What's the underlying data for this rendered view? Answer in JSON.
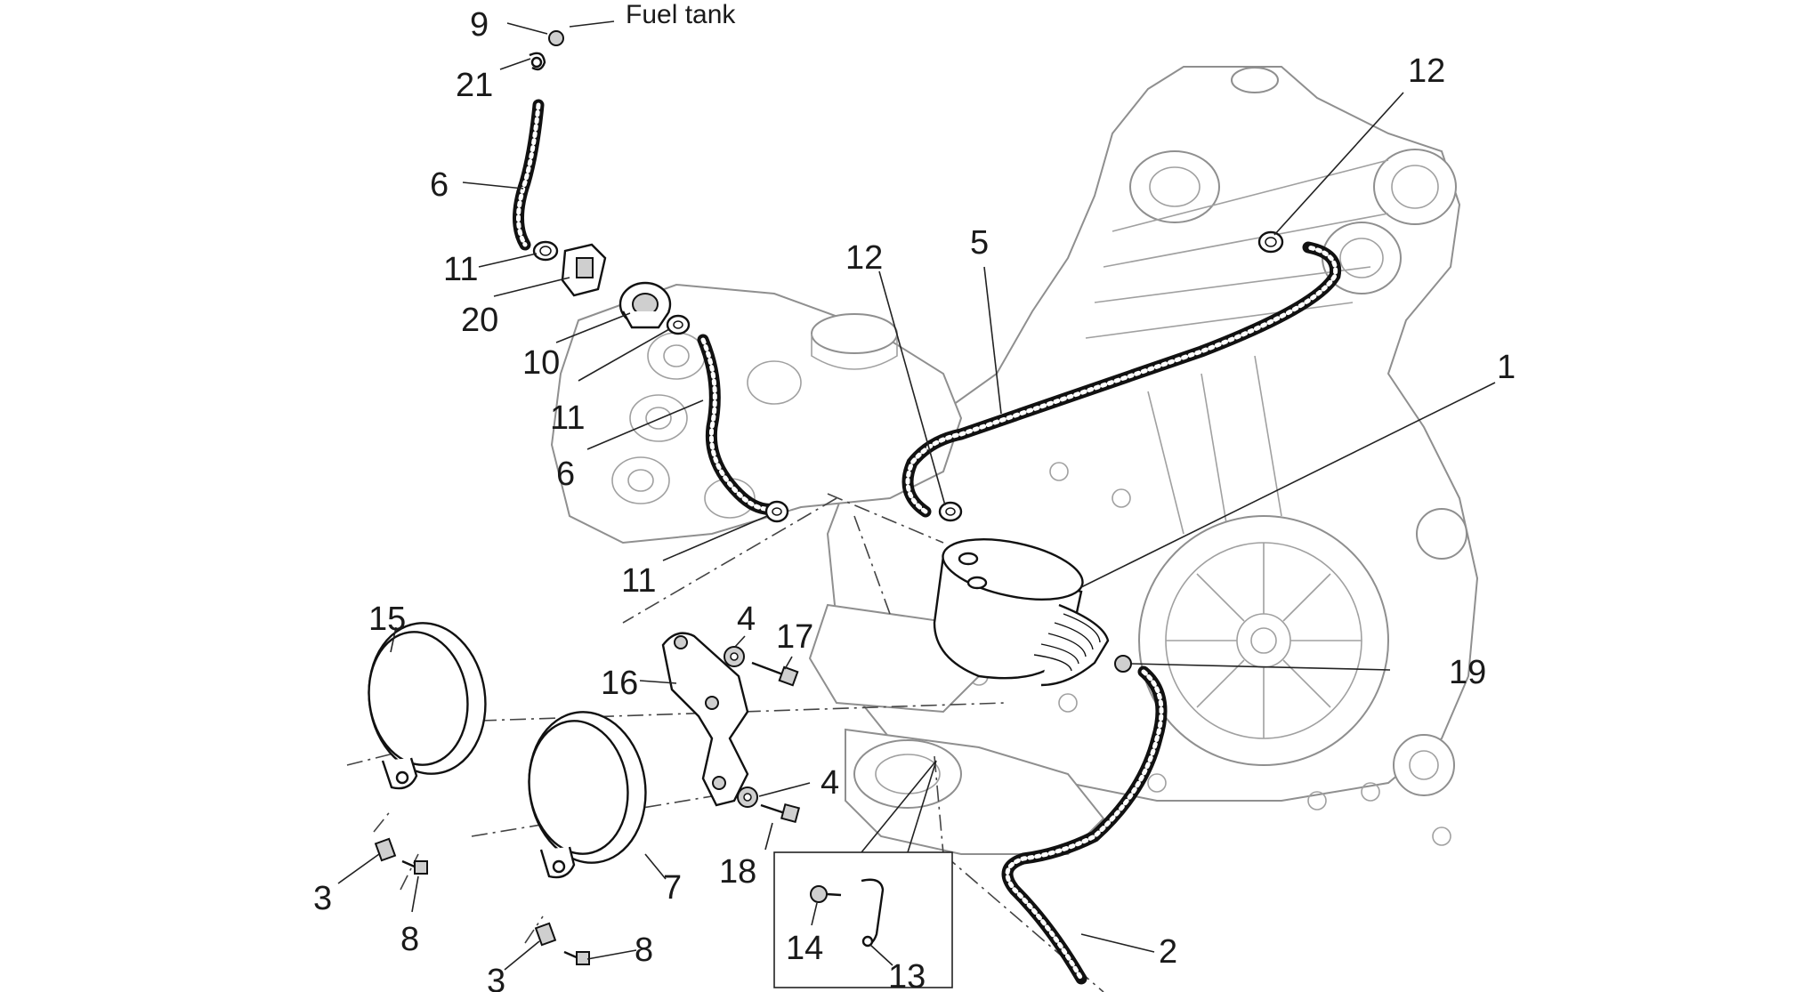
{
  "diagram": {
    "note_fuel_tank": "Fuel tank",
    "callouts": {
      "c9": "9",
      "c21": "21",
      "c6a": "6",
      "c11a": "11",
      "c20": "20",
      "c10": "10",
      "c11b": "11",
      "c6b": "6",
      "c11c": "11",
      "c12a": "12",
      "c12b": "12",
      "c5": "5",
      "c1": "1",
      "c19": "19",
      "c15": "15",
      "c16": "16",
      "c4a": "4",
      "c17": "17",
      "c4b": "4",
      "c18": "18",
      "c7": "7",
      "c3a": "3",
      "c8a": "8",
      "c3b": "3",
      "c8b": "8",
      "c14": "14",
      "c13": "13",
      "c2": "2"
    }
  }
}
